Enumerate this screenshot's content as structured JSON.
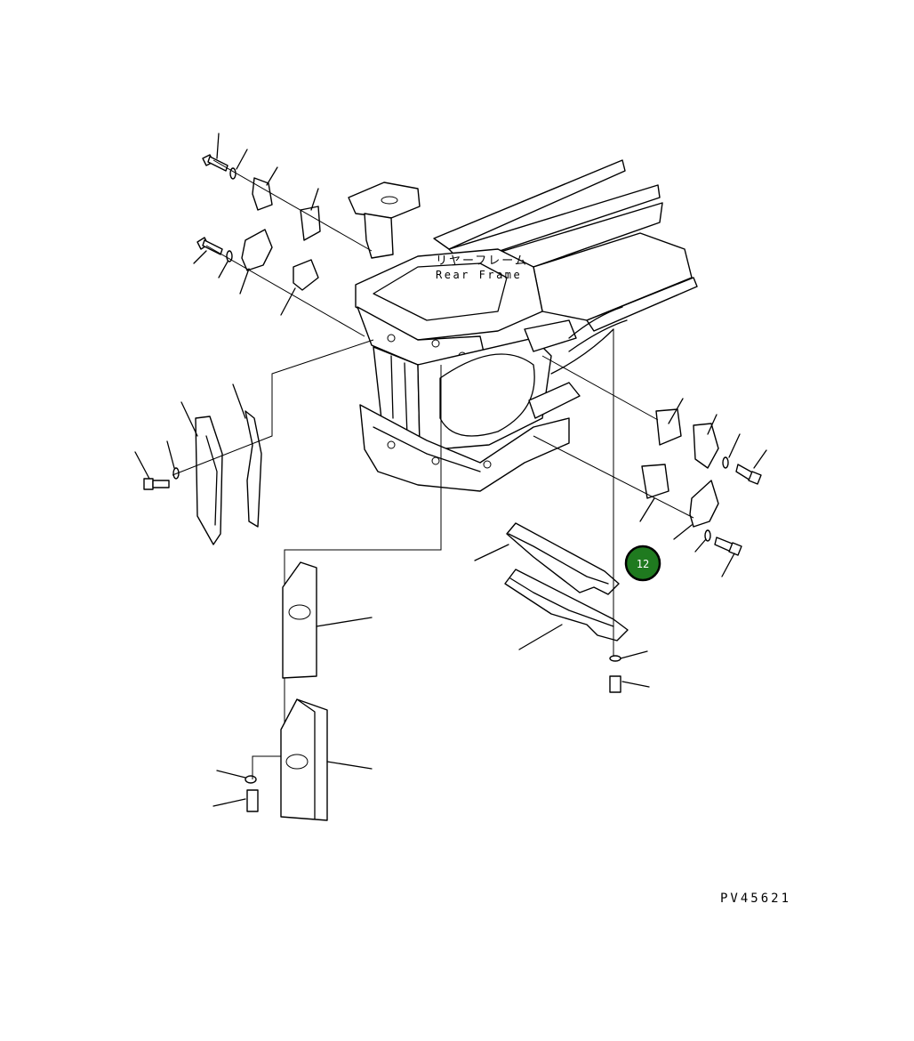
{
  "diagram": {
    "label_jp": "リヤーフレーム",
    "label_en": "Rear Frame",
    "callout_number": "12",
    "drawing_code": "PV45621",
    "colors": {
      "callout_fill": "#1f7a1f",
      "callout_ring": "#000000",
      "line": "#000000",
      "background": "#ffffff"
    }
  }
}
